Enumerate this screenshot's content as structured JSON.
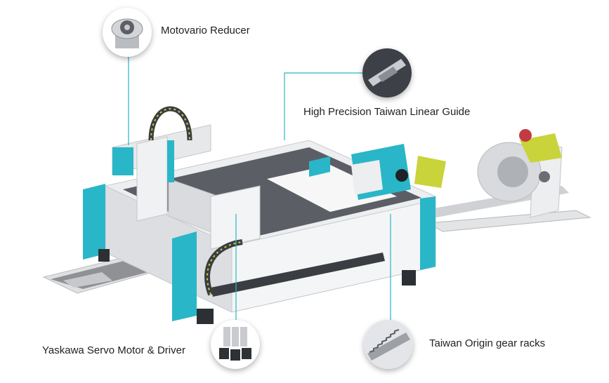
{
  "callouts": {
    "reducer": {
      "label": "Motovario Reducer",
      "icon": "reducer-icon"
    },
    "linear_guide": {
      "label": "High Precision Taiwan Linear Guide",
      "icon": "linear-guide-icon"
    },
    "servo": {
      "label": "Yaskawa Servo Motor & Driver",
      "icon": "servo-motor-icon"
    },
    "gear_racks": {
      "label": "Taiwan Origin gear racks",
      "icon": "gear-rack-icon"
    }
  },
  "colors": {
    "accent_teal": "#29b6c8",
    "leader_line": "#29b6c8",
    "body_grey": "#e9eaec",
    "dark_grey": "#3a3d42"
  }
}
